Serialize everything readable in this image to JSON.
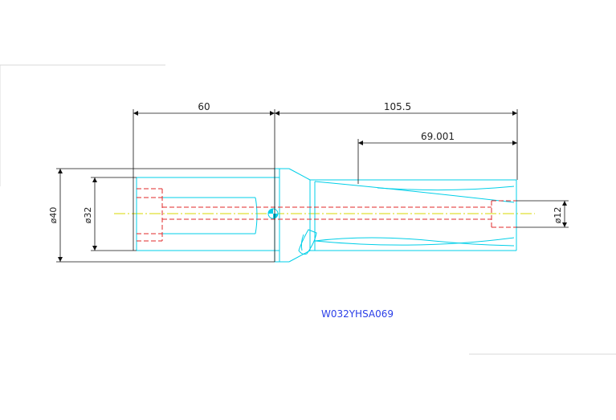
{
  "drawing": {
    "dimensions": {
      "shank_length": "60",
      "overall_length": "105.5",
      "flute_length": "69.001",
      "shank_diameter": "ø40",
      "body_diameter": "ø32",
      "coolant_diameter": "ø12"
    },
    "part_code": "W032YHSA069",
    "colors": {
      "outline": "#00cfe8",
      "hidden": "#e0282a",
      "centerline": "#d8d800",
      "dimension": "#111111",
      "label": "#2a3ee8",
      "background": "#ffffff",
      "frame": "#d8d8d8"
    }
  }
}
